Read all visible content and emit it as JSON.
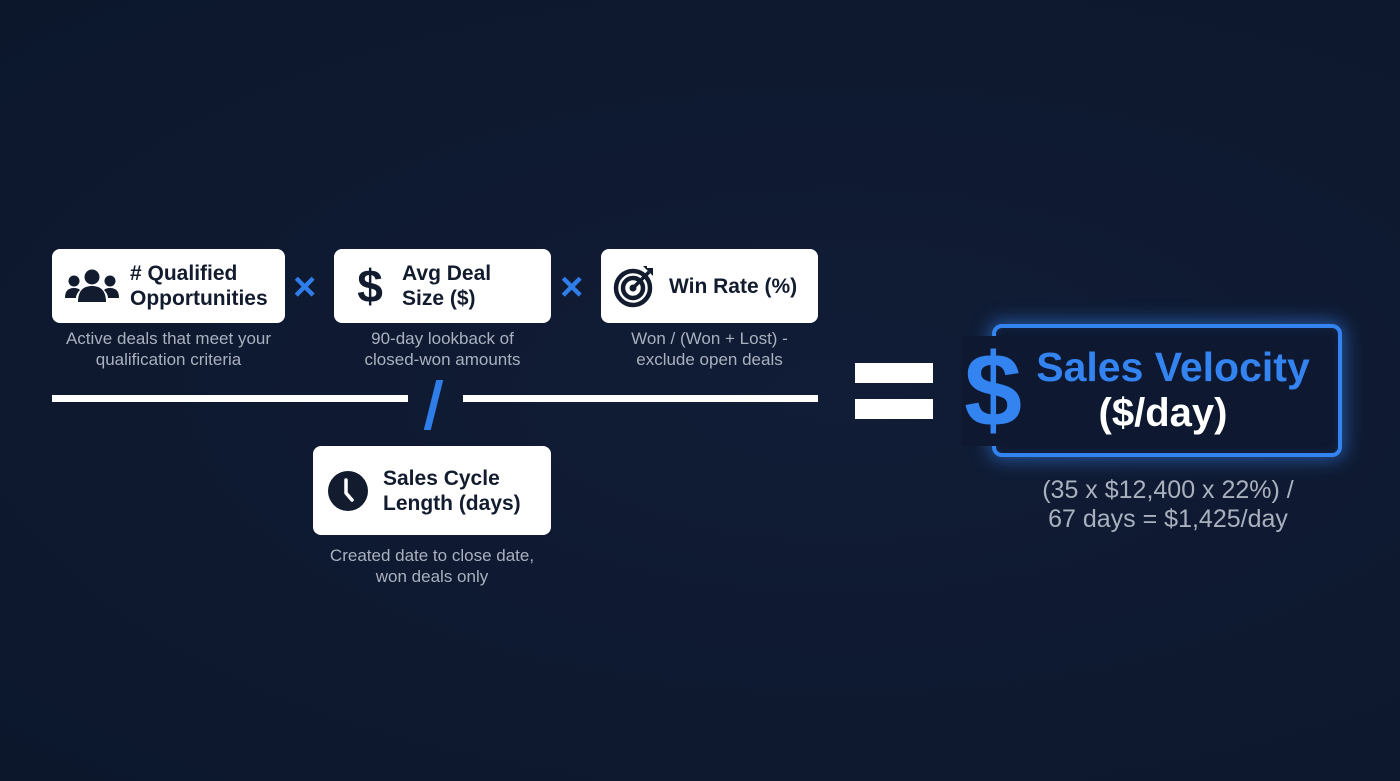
{
  "formula": {
    "numerator": [
      {
        "id": "qualified-opportunities",
        "icon": "users-group-icon",
        "title_line1": "# Qualified",
        "title_line2": "Opportunities",
        "description_line1": "Active deals that meet your",
        "description_line2": "qualification criteria"
      },
      {
        "id": "avg-deal-size",
        "icon": "dollar-icon",
        "title_line1": "Avg Deal",
        "title_line2": "Size ($)",
        "description_line1": "90-day lookback of",
        "description_line2": "closed-won amounts"
      },
      {
        "id": "win-rate",
        "icon": "target-icon",
        "title_line1": "Win Rate (%)",
        "title_line2": "",
        "description_line1": "Won / (Won + Lost) -",
        "description_line2": "exclude open deals"
      }
    ],
    "denominator": {
      "id": "sales-cycle-length",
      "icon": "clock-icon",
      "title_line1": "Sales Cycle",
      "title_line2": "Length (days)",
      "description_line1": "Created date to close date,",
      "description_line2": "won deals only"
    },
    "operators": {
      "multiply": "×",
      "divide": "/",
      "equals": "="
    },
    "result": {
      "icon_glyph": "$",
      "title": "Sales Velocity",
      "unit": "($/day)",
      "example_line1": "(35 x $12,400 x 22%) /",
      "example_line2": "67 days = $1,425/day"
    }
  },
  "colors": {
    "background": "#0f1a31",
    "accent_blue": "#3383f0",
    "card_bg": "#ffffff",
    "card_text": "#121c2e",
    "muted_text": "#a9b1bf"
  }
}
